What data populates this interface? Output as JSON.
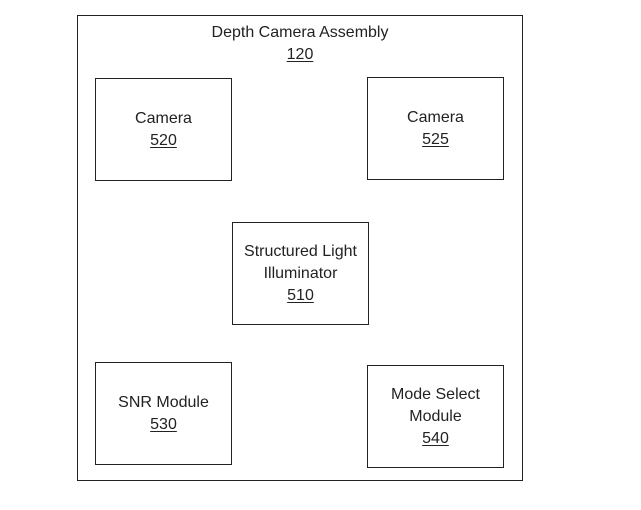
{
  "diagram": {
    "assembly": {
      "name": "Depth Camera Assembly",
      "ref": "120"
    },
    "components": [
      {
        "id": "camera-520",
        "lines": [
          "Camera"
        ],
        "ref": "520"
      },
      {
        "id": "camera-525",
        "lines": [
          "Camera"
        ],
        "ref": "525"
      },
      {
        "id": "structured-light-illuminator",
        "lines": [
          "Structured Light",
          "Illuminator"
        ],
        "ref": "510"
      },
      {
        "id": "snr-module",
        "lines": [
          "SNR Module"
        ],
        "ref": "530"
      },
      {
        "id": "mode-select-module",
        "lines": [
          "Mode Select",
          "Module"
        ],
        "ref": "540"
      }
    ]
  }
}
